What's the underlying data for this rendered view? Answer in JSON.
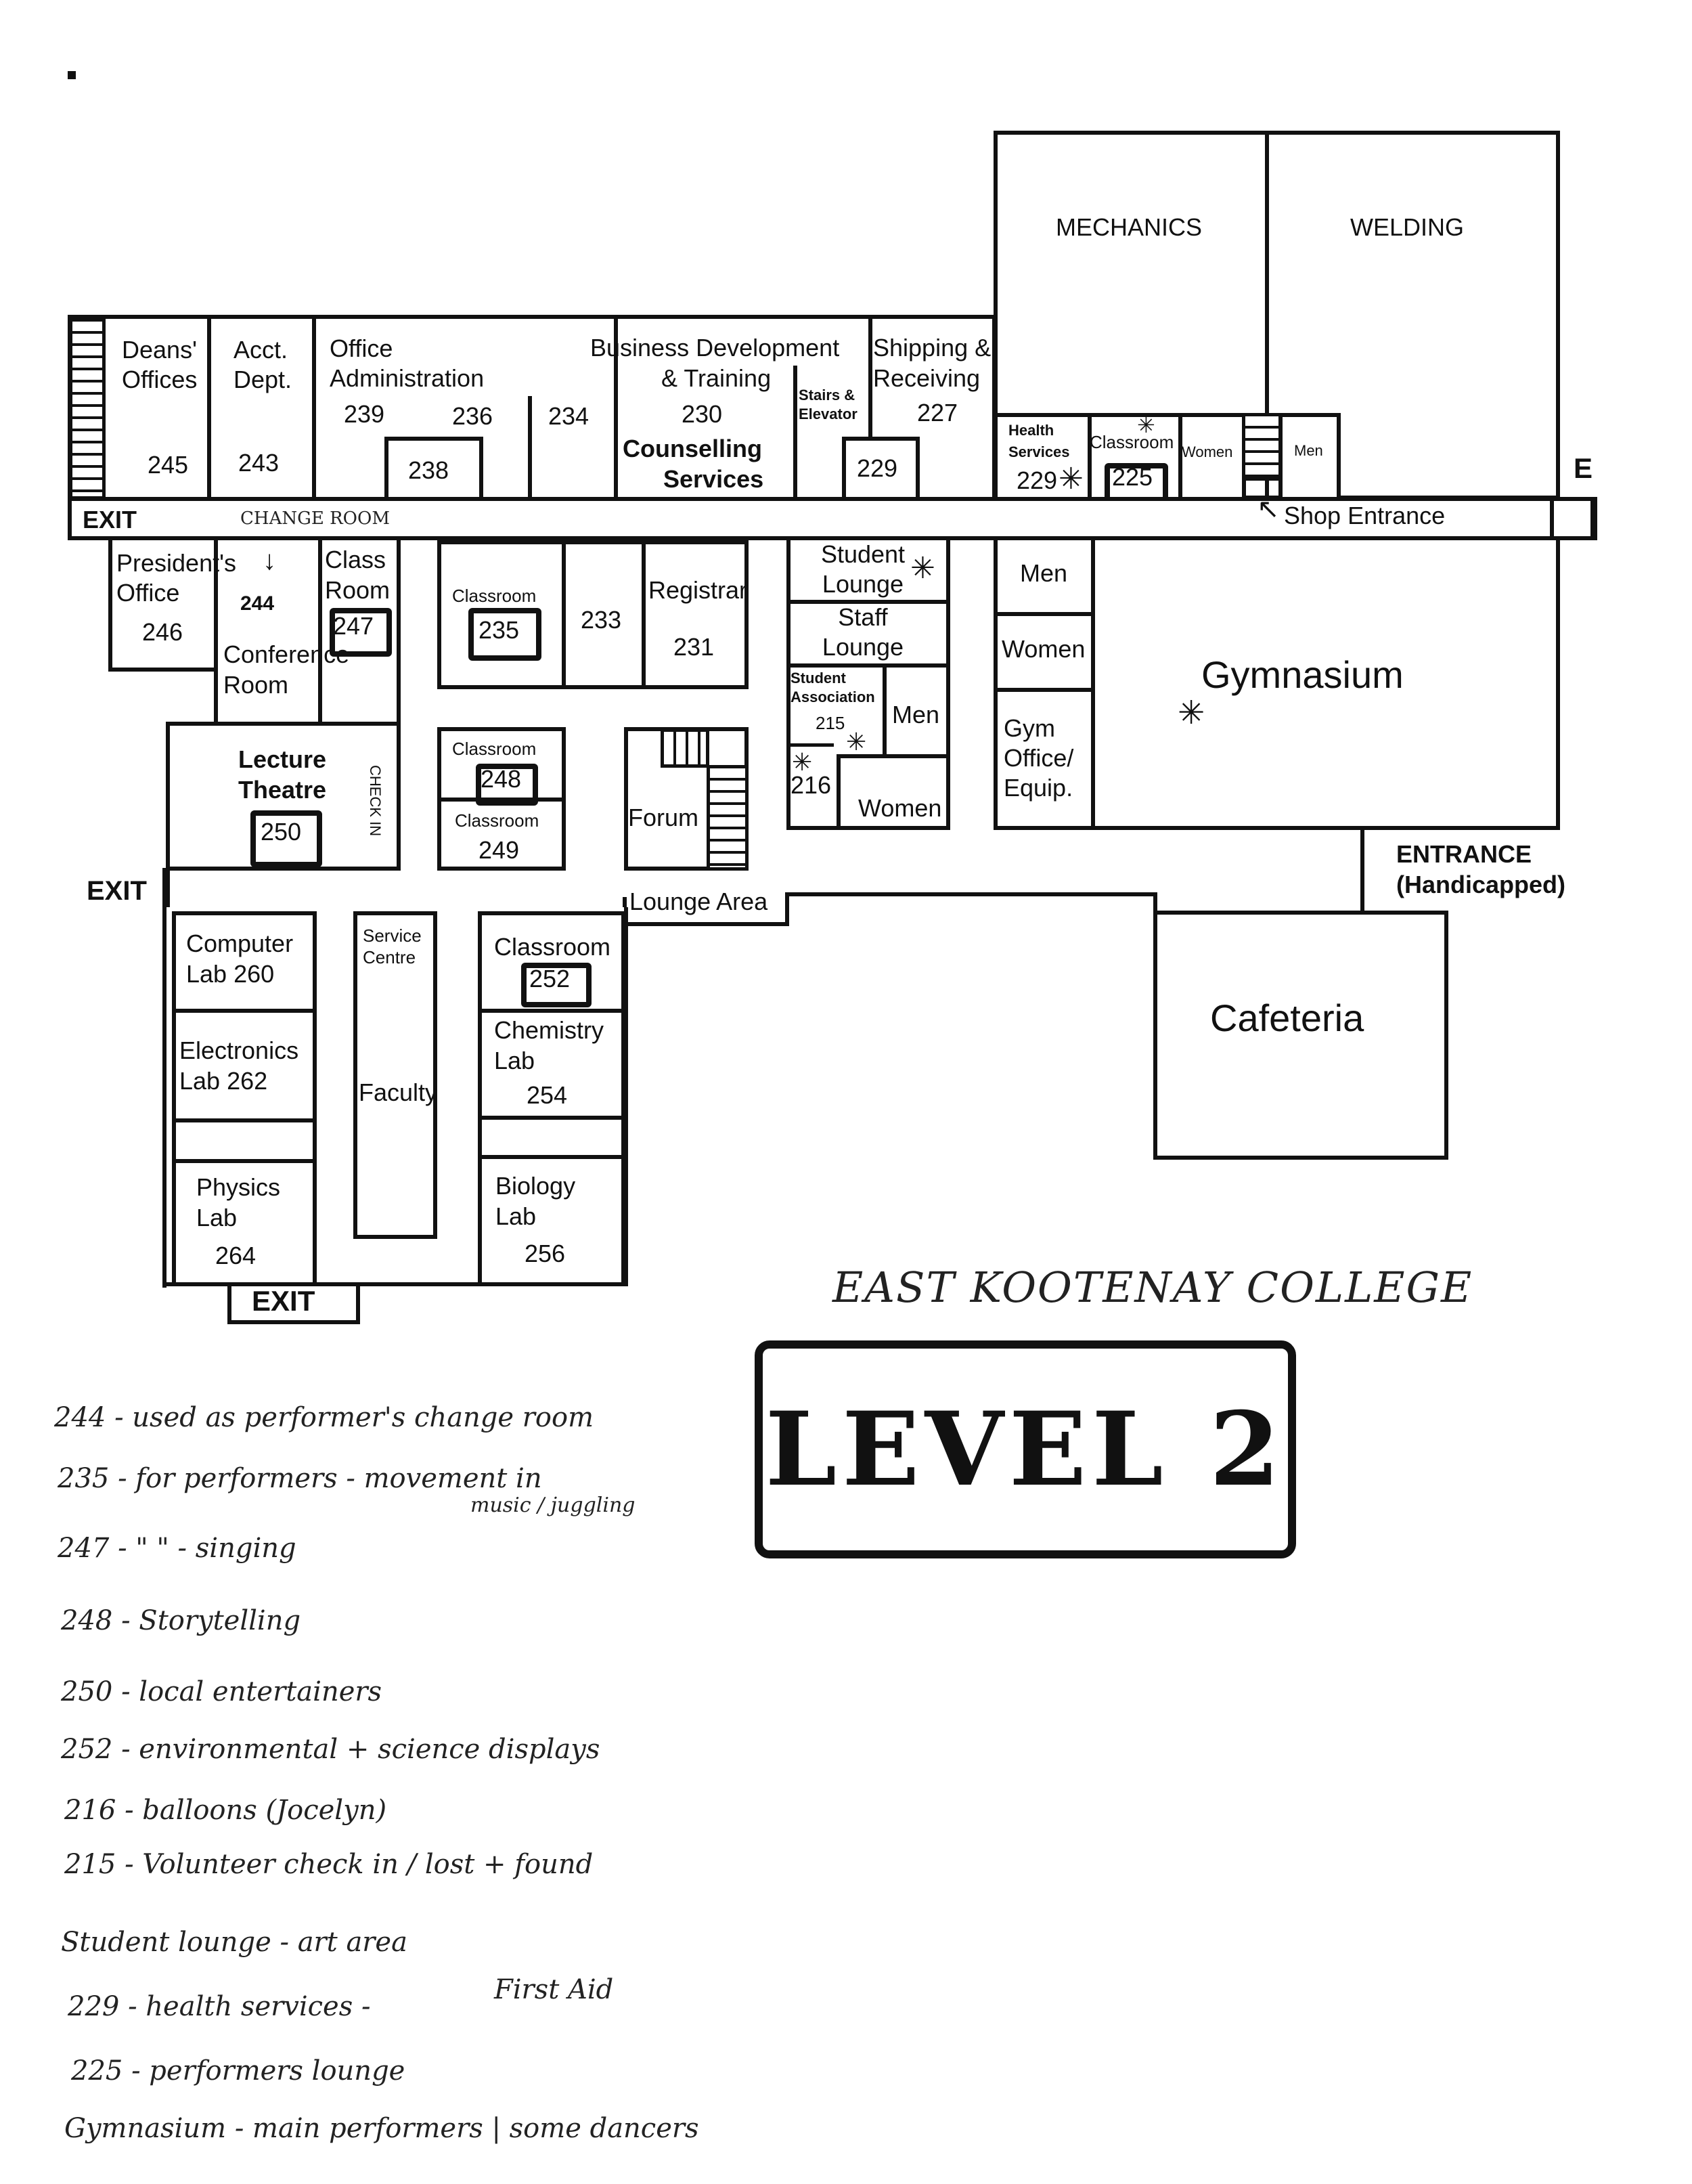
{
  "building": {
    "mechanics": "MECHANICS",
    "welding": "WELDING",
    "deans_offices": "Deans' Offices",
    "r245": "245",
    "acct_dept": "Acct. Dept.",
    "r243": "243",
    "office_admin": "Office Administration",
    "r239": "239",
    "r236": "236",
    "r238": "238",
    "r234": "234",
    "business_dev": "Business Development",
    "and_training": "& Training",
    "r230": "230",
    "counselling": "Counselling",
    "services": "Services",
    "stairs_elevator": "Stairs & Elevator",
    "r229a": "229",
    "shipping": "Shipping &",
    "receiving": "Receiving",
    "r227": "227",
    "health": "Health",
    "health_services": "Services",
    "r229b": "229",
    "classroom_225": "Classroom",
    "r225": "225",
    "women_top": "Women",
    "men_top": "Men",
    "exit_right_top": "E",
    "exit_left_top": "EXIT",
    "shop_entrance": "Shop Entrance",
    "presidents": "President's",
    "office": "Office",
    "r246": "246",
    "r244": "244",
    "conference": "Conference",
    "room": "Room",
    "class": "Class",
    "class_room": "Room",
    "r247": "247",
    "classroom_235": "Classroom",
    "r235": "235",
    "r233": "233",
    "registrar": "Registrar",
    "r231": "231",
    "student_lounge": "Student Lounge",
    "staff_lounge": "Staff Lounge",
    "student_assoc": "Student Association",
    "r215": "215",
    "r216": "216",
    "men_mid": "Men",
    "women_mid": "Women",
    "men_gym": "Men",
    "women_gym": "Women",
    "gym_office": "Gym Office/ Equip.",
    "gymnasium": "Gymnasium",
    "lecture": "Lecture",
    "theatre": "Theatre",
    "r250": "250",
    "check_in": "CHECK IN",
    "classroom_248": "Classroom",
    "r248": "248",
    "classroom_249": "Classroom",
    "r249": "249",
    "forum": "Forum",
    "lounge_area": "Lounge Area",
    "entrance": "ENTRANCE",
    "handicapped": "(Handicapped)",
    "exit_left_mid": "EXIT",
    "computer_lab": "Computer",
    "computer_lab2": "Lab  260",
    "electronics_lab": "Electronics",
    "electronics_lab2": "Lab  262",
    "physics": "Physics",
    "physics_lab": "Lab",
    "r264": "264",
    "service_centre": "Service Centre",
    "faculty": "Faculty",
    "classroom_252": "Classroom",
    "r252": "252",
    "chemistry": "Chemistry",
    "chem_lab": "Lab",
    "r254": "254",
    "biology": "Biology",
    "bio_lab": "Lab",
    "r256": "256",
    "cafeteria": "Cafeteria",
    "exit_bottom": "EXIT"
  },
  "change_room_note": "CHANGE ROOM",
  "college_name": "EAST KOOTENAY COLLEGE",
  "level_title": "LEVEL 2",
  "notes": [
    "244 - used as performer's change room",
    "235 - for performers - movement in",
    "music / juggling",
    "247 -  \"   \"  - singing",
    "248 -  Storytelling",
    "250 -  local entertainers",
    "252 -  environmental + science displays",
    "216 -  balloons  (Jocelyn)",
    "215 -  Volunteer check in / lost + found",
    "Student lounge - art area",
    "229 - health services -",
    "First Aid",
    "225 -  performers lounge",
    "Gymnasium  -  main performers | some dancers"
  ]
}
